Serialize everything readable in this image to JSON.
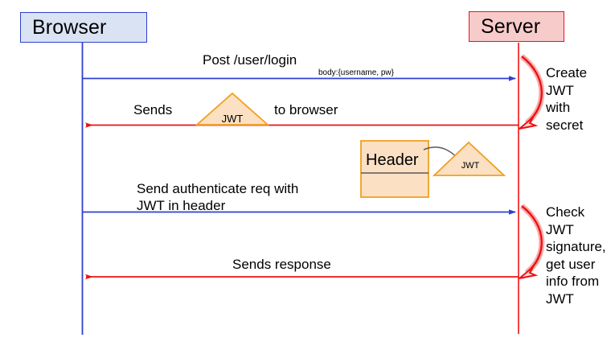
{
  "diagram": {
    "title_participants": {
      "browser": "Browser",
      "server": "Server"
    },
    "messages": [
      {
        "id": "post-login",
        "label": "Post /user/login",
        "sublabel": "body:{username, pw}",
        "direction": "browser-to-server",
        "color": "#2f3fd0"
      },
      {
        "id": "sends-jwt",
        "label_left": "Sends",
        "label_right": "to browser",
        "direction": "server-to-browser",
        "color": "#ee1111"
      },
      {
        "id": "auth-request",
        "label": "Send authenticate req with\nJWT in header",
        "direction": "browser-to-server",
        "color": "#2f3fd0"
      },
      {
        "id": "sends-response",
        "label": "Sends response",
        "direction": "server-to-browser",
        "color": "#ee1111"
      }
    ],
    "self_notes": [
      {
        "id": "create-jwt",
        "text": "Create\nJWT\nwith\nsecret",
        "color": "#ee1111"
      },
      {
        "id": "check-jwt",
        "text": "Check\nJWT\nsignature,\nget user\ninfo from\nJWT",
        "color": "#ee1111"
      }
    ],
    "shapes": {
      "jwt_triangle_1": "JWT",
      "jwt_triangle_2": "JWT",
      "header_box": "Header"
    },
    "colors": {
      "browser_fill": "#dae3f3",
      "browser_stroke": "#2f3fd0",
      "server_fill": "#f8cbcb",
      "server_stroke": "#e8141c",
      "token_fill": "#fbe0c3",
      "token_stroke": "#f0a020",
      "connector_gray": "#595959"
    }
  }
}
